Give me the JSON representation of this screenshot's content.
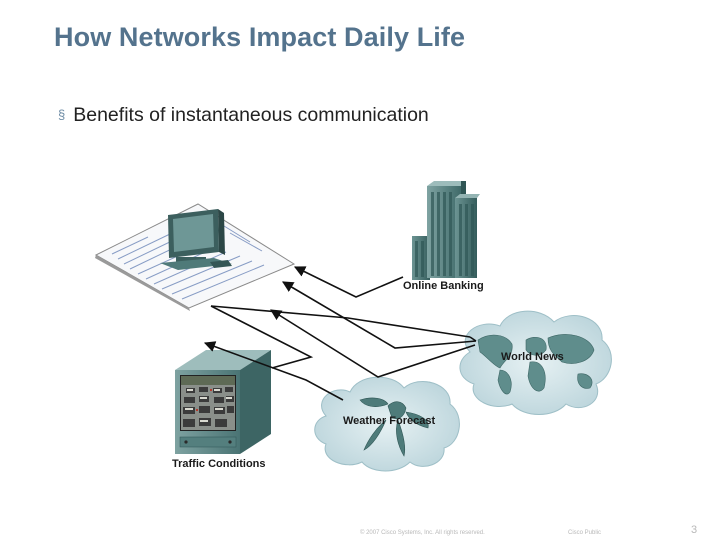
{
  "slide": {
    "title": "How Networks Impact Daily Life",
    "bullet_symbol": "§",
    "bullet": "Benefits of instantaneous communication"
  },
  "diagram": {
    "labels": {
      "online_banking": "Online Banking",
      "world_news": "World News",
      "weather_forecast": "Weather Forecast",
      "traffic_conditions": "Traffic Conditions"
    },
    "colors": {
      "title": "#54738d",
      "teal": "#5f8d8c",
      "cloud": "#c7dde3",
      "arrow": "#111111"
    }
  },
  "footer": {
    "copyright": "© 2007 Cisco Systems, Inc. All rights reserved.",
    "classification": "Cisco Public",
    "page_number": "3"
  }
}
